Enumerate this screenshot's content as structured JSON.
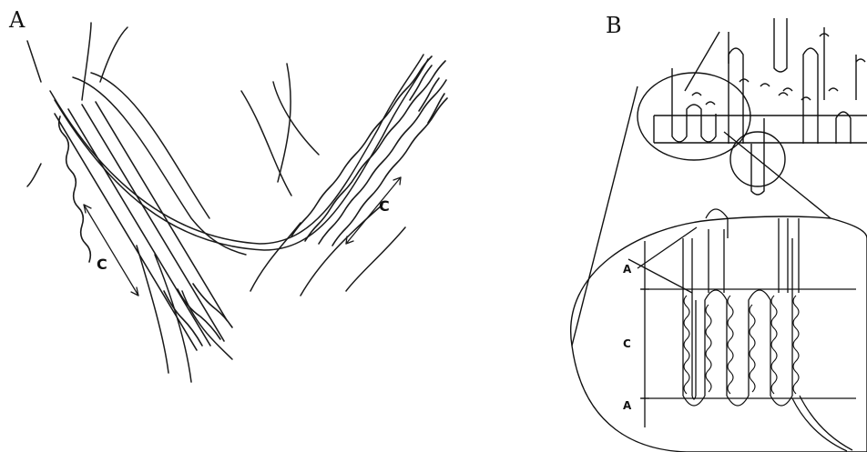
{
  "panels": {
    "a": {
      "letter": "A",
      "label_c_left": "C",
      "label_c_right": "C"
    },
    "b": {
      "letter": "B",
      "label_a_top": "A",
      "label_c": "C",
      "label_a_bottom": "A"
    }
  },
  "colors": {
    "ink": "#111111",
    "background": "#ffffff"
  }
}
